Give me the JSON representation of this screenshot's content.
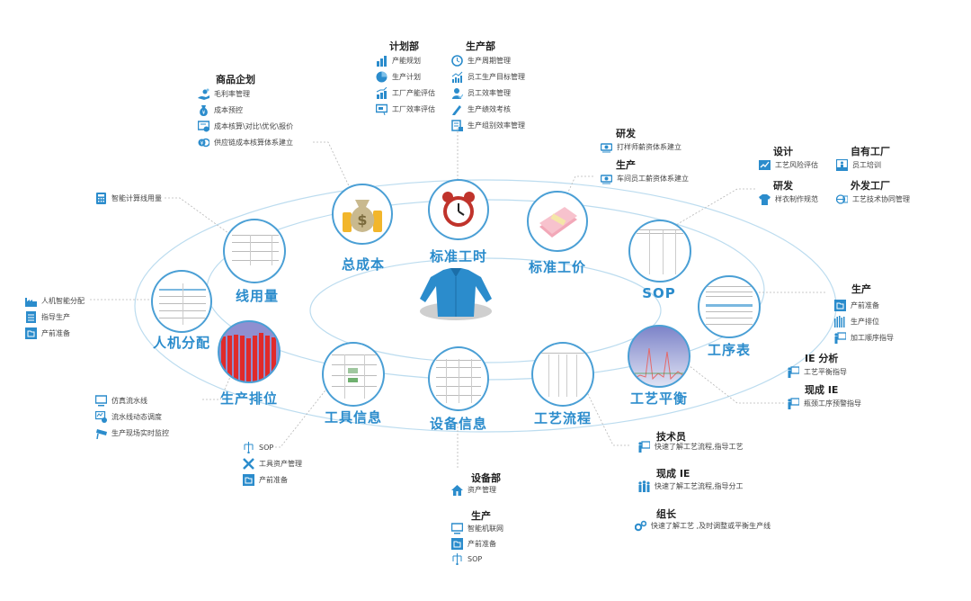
{
  "center": {
    "icon": "shirt-icon"
  },
  "nodes": [
    {
      "id": "total-cost",
      "label": "总成本",
      "icon": "money-bag-icon"
    },
    {
      "id": "standard-time",
      "label": "标准工时",
      "icon": "alarm-clock-icon"
    },
    {
      "id": "standard-price",
      "label": "标准工价",
      "icon": "cash-stack-icon"
    },
    {
      "id": "sop",
      "label": "SOP",
      "icon": "sop-document-thumbnail"
    },
    {
      "id": "process-sheet",
      "label": "工序表",
      "icon": "process-sheet-thumbnail"
    },
    {
      "id": "process-balance",
      "label": "工艺平衡",
      "icon": "line-chart-thumbnail"
    },
    {
      "id": "process-flow",
      "label": "工艺流程",
      "icon": "flow-table-thumbnail"
    },
    {
      "id": "equipment-info",
      "label": "设备信息",
      "icon": "equipment-table-thumbnail"
    },
    {
      "id": "tool-info",
      "label": "工具信息",
      "icon": "tool-table-thumbnail"
    },
    {
      "id": "production-scheduling",
      "label": "生产排位",
      "icon": "bar-chart-thumbnail"
    },
    {
      "id": "manpower-allocation",
      "label": "人机分配",
      "icon": "allocation-table-thumbnail"
    },
    {
      "id": "thread-usage",
      "label": "线用量",
      "icon": "thread-sheet-thumbnail"
    }
  ],
  "groups": {
    "planning": {
      "title": "计划部",
      "items": [
        {
          "label": "产能规划",
          "icon": "bar-chart-icon"
        },
        {
          "label": "生产计划",
          "icon": "pie-chart-icon"
        },
        {
          "label": "工厂产能评估",
          "icon": "growth-chart-icon"
        },
        {
          "label": "工厂效率评估",
          "icon": "presentation-board-icon"
        }
      ]
    },
    "production_dept": {
      "title": "生产部",
      "items": [
        {
          "label": "生产周期管理",
          "icon": "clock-icon"
        },
        {
          "label": "员工生产目标管理",
          "icon": "trend-chart-icon"
        },
        {
          "label": "员工效率管理",
          "icon": "user-check-icon"
        },
        {
          "label": "生产绩效考核",
          "icon": "pencil-icon"
        },
        {
          "label": "生产组别效率管理",
          "icon": "clipboard-icon"
        }
      ]
    },
    "merchandising": {
      "title": "商品企划",
      "items": [
        {
          "label": "毛利率管理",
          "icon": "hand-coins-icon"
        },
        {
          "label": "成本预控",
          "icon": "money-bag-icon"
        },
        {
          "label": "成本核算\\对比\\优化\\报价",
          "icon": "calculator-check-icon"
        },
        {
          "label": "供应链成本核算体系建立",
          "icon": "coin-exchange-icon"
        }
      ]
    },
    "wage": {
      "sections": [
        {
          "title": "研发",
          "items": [
            {
              "label": "打样师薪资体系建立",
              "icon": "cash-icon"
            }
          ]
        },
        {
          "title": "生产",
          "items": [
            {
              "label": "车间员工薪资体系建立",
              "icon": "cash-icon"
            }
          ]
        }
      ]
    },
    "sop_groups": {
      "sections": [
        {
          "title": "设计",
          "items": [
            {
              "label": "工艺风险评估",
              "icon": "chart-line-icon"
            }
          ]
        },
        {
          "title": "研发",
          "items": [
            {
              "label": "样衣制作规范",
              "icon": "tshirt-icon"
            }
          ]
        },
        {
          "title": "自有工厂",
          "items": [
            {
              "label": "员工培训",
              "icon": "training-icon"
            }
          ]
        },
        {
          "title": "外发工厂",
          "items": [
            {
              "label": "工艺技术协同管理",
              "icon": "globe-network-icon"
            }
          ]
        }
      ]
    },
    "process_sheet": {
      "title": "生产",
      "items": [
        {
          "label": "产前准备",
          "icon": "folder-icon"
        },
        {
          "label": "生产排位",
          "icon": "bars-icon"
        },
        {
          "label": "加工顺序指导",
          "icon": "teacher-icon"
        }
      ]
    },
    "balance": {
      "sections": [
        {
          "title": "IE 分析",
          "items": [
            {
              "label": "工艺平衡指导",
              "icon": "teacher-icon"
            }
          ]
        },
        {
          "title": "现成 IE",
          "items": [
            {
              "label": "瓶颈工序预警指导",
              "icon": "teacher-icon"
            }
          ]
        }
      ]
    },
    "flow": {
      "sections": [
        {
          "title": "技术员",
          "items": [
            {
              "label": "快速了解工艺流程,指导工艺",
              "icon": "teacher-icon"
            }
          ]
        },
        {
          "title": "现成 IE",
          "items": [
            {
              "label": "快速了解工艺流程,指导分工",
              "icon": "team-icon"
            }
          ]
        },
        {
          "title": "组长",
          "items": [
            {
              "label": "快速了解工艺 ,及时调整或平衡生产线",
              "icon": "gears-icon"
            }
          ]
        }
      ]
    },
    "equipment": {
      "sections": [
        {
          "title": "设备部",
          "items": [
            {
              "label": "资产管理",
              "icon": "house-icon"
            }
          ]
        },
        {
          "title": "生产",
          "items": [
            {
              "label": "智能机联网",
              "icon": "monitor-icon"
            },
            {
              "label": "产前准备",
              "icon": "folder-icon"
            },
            {
              "label": "SOP",
              "icon": "hierarchy-icon"
            }
          ]
        }
      ]
    },
    "tool": {
      "items": [
        {
          "label": "SOP",
          "icon": "hierarchy-icon"
        },
        {
          "label": "工具资产管理",
          "icon": "tools-icon"
        },
        {
          "label": "产前准备",
          "icon": "folder-icon"
        }
      ]
    },
    "scheduling": {
      "items": [
        {
          "label": "仿真流水线",
          "icon": "monitor-icon"
        },
        {
          "label": "流水线动态调度",
          "icon": "dashboard-icon"
        },
        {
          "label": "生产现场实时监控",
          "icon": "cctv-icon"
        }
      ]
    },
    "allocation": {
      "items": [
        {
          "label": "人机智能分配",
          "icon": "factory-icon"
        },
        {
          "label": "指导生产",
          "icon": "notebook-icon"
        },
        {
          "label": "产前准备",
          "icon": "folder-icon"
        }
      ]
    },
    "thread": {
      "items": [
        {
          "label": "智能计算线用量",
          "icon": "calculator-icon"
        }
      ]
    }
  },
  "colors": {
    "accent": "#2b8ccc",
    "ring": "#a8d0ea",
    "node_border": "#4a9fd5",
    "icon": "#2b8ccc",
    "bar_red": "#e02a2a",
    "bar_bg": "#8f8fd0"
  }
}
